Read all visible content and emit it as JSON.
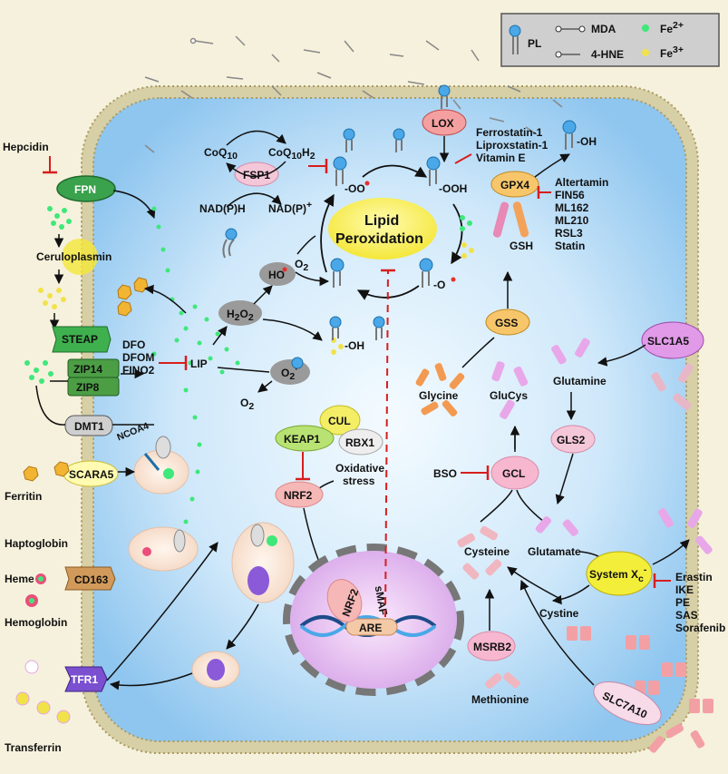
{
  "legend": {
    "pl": "PL",
    "mda": "MDA",
    "hne": "4-HNE",
    "fe2": "Fe",
    "fe2_sup": "2+",
    "fe3": "Fe",
    "fe3_sup": "3+"
  },
  "colors": {
    "background": "#f6f1dc",
    "cytoplasm": "#bfe0f7",
    "membrane": "#d9d0a8",
    "fe2": "#3ee87a",
    "fe3": "#f2e24a",
    "inhibitor": "#d81e1e",
    "nucleus": "#e2b7ee"
  },
  "left": {
    "hepcidin": "Hepcidin",
    "fpn": "FPN",
    "ceruloplasmin": "Ceruloplasmin",
    "steap": "STEAP",
    "zip14": "ZIP14",
    "zip8": "ZIP8",
    "dmt1": "DMT1",
    "ncoa4": "NCOA4",
    "ferritin": "Ferritin",
    "scara5": "SCARA5",
    "haptoglobin": "Haptoglobin",
    "heme": "Heme",
    "hemoglobin": "Hemoglobin",
    "cd163": "CD163",
    "tfr1": "TFR1",
    "transferrin": "Transferrin"
  },
  "lip": {
    "label": "LIP",
    "inhibitors": [
      "DFO",
      "DFOM",
      "FINO2"
    ]
  },
  "center": {
    "coq10": "CoQ",
    "coq10_sub": "10",
    "coq10h2": "CoQ",
    "coq10h2_sub": "10",
    "coq10h2_h": "H",
    "coq10h2_h_sub": "2",
    "fsp1": "FSP1",
    "nadph": "NAD(P)H",
    "nadp": "NAD(P)",
    "nadp_sup": "+",
    "o2": "O",
    "o2_sub": "2",
    "ho": "HO",
    "h2o2_a": "H",
    "h2o2_a_sub": "2",
    "h2o2_b": "O",
    "h2o2_b_sub": "2",
    "superoxide": "O",
    "superoxide_sub": "2",
    "superoxide_sup": "·",
    "o2_bottom": "O",
    "o2_bottom_sub": "2",
    "lipid_peroxidation_1": "Lipid",
    "lipid_peroxidation_2": "Peroxidation",
    "oo": "-OO",
    "ooh": "-OOH",
    "o_minus": "-O",
    "oh": "-OH",
    "oh_top": "-OH",
    "lox": "LOX",
    "lox_inhibitors": [
      "Ferrostatin-1",
      "Liproxstatin-1",
      "Vitamin E"
    ],
    "gpx4": "GPX4",
    "gpx4_inhibitors": [
      "Altertamin",
      "FIN56",
      "ML162",
      "ML210",
      "RSL3",
      "Statin"
    ],
    "gsh": "GSH"
  },
  "nrf2_path": {
    "cul": "CUL",
    "keap1": "KEAP1",
    "rbx1": "RBX1",
    "oxidative_stress_1": "Oxidative",
    "oxidative_stress_2": "stress",
    "nrf2": "NRF2",
    "nrf2_nuc": "NRF2",
    "smaf": "sMAF",
    "are": "ARE"
  },
  "right": {
    "gss": "GSS",
    "glycine": "Glycine",
    "glucys": "GluCys",
    "slc1a5": "SLC1A5",
    "glutamine": "Glutamine",
    "gls2": "GLS2",
    "bso": "BSO",
    "gcl": "GCL",
    "cysteine": "Cysteine",
    "glutamate": "Glutamate",
    "system_xc": "System X",
    "system_xc_sub": "c",
    "system_xc_sup": "-",
    "xc_inhibitors": [
      "Erastin",
      "IKE",
      "PE",
      "SAS",
      "Sorafenib"
    ],
    "cystine": "Cystine",
    "msrb2": "MSRB2",
    "methionine": "Methionine",
    "slc7a10": "SLC7A10"
  }
}
